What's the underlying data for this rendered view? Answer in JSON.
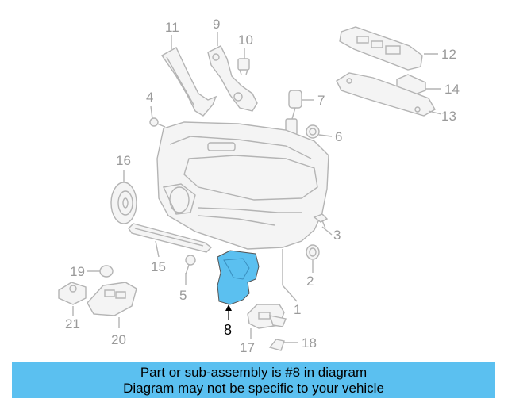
{
  "colors": {
    "highlight_fill": "#5bc0f0",
    "line_gray": "#b4b4b4",
    "banner_bg": "#5bc0f0"
  },
  "callouts": {
    "c1": "1",
    "c2": "2",
    "c3": "3",
    "c4": "4",
    "c5": "5",
    "c6": "6",
    "c7": "7",
    "c8": "8",
    "c9": "9",
    "c10": "10",
    "c11": "11",
    "c12": "12",
    "c13": "13",
    "c14": "14",
    "c15": "15",
    "c16": "16",
    "c17": "17",
    "c18": "18",
    "c19": "19",
    "c20": "20",
    "c21": "21"
  },
  "highlighted_part": "8",
  "banner": {
    "line1": "Part or sub-assembly is #8 in diagram",
    "line2": "Diagram may not be specific to your vehicle"
  }
}
